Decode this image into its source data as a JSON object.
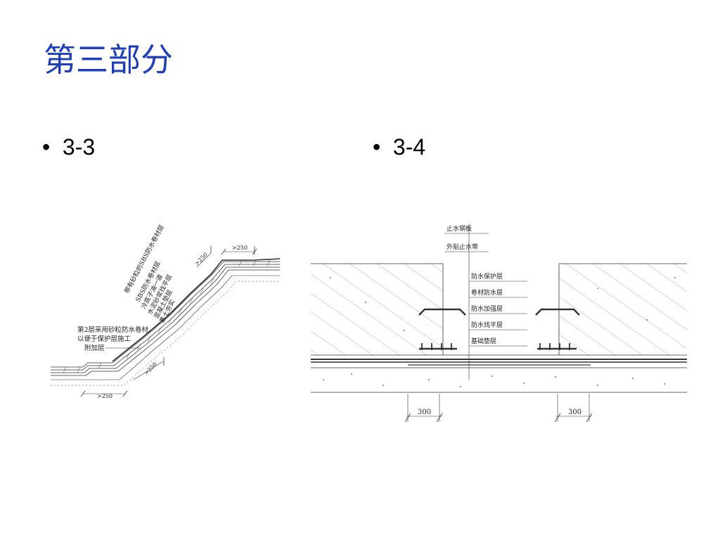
{
  "slide": {
    "title": "第三部分"
  },
  "bullets": [
    {
      "marker": "•",
      "label": "3-3"
    },
    {
      "marker": "•",
      "label": "3-4"
    }
  ],
  "drawing_3_3": {
    "slope_labels": [
      "带有砂粒的SBS防水卷材层",
      "SBS防水卷材层",
      "冷底子油一道",
      "水泥砂浆找平层",
      "混凝土垫层",
      "素土夯实"
    ],
    "note_line1": "第2层采用砂粒防水卷材",
    "note_line2": "以便于保护层施工",
    "note_line3": "附加层",
    "dims": [
      ">250",
      ">250",
      ">250",
      ">250"
    ]
  },
  "drawing_3_4": {
    "top_labels": [
      "止水钢板",
      "外贴止水带"
    ],
    "layer_labels": [
      "防水保护层",
      "卷材防水层",
      "防水加强层",
      "防水找平层",
      "基础垫层"
    ],
    "dims": [
      "300",
      "300"
    ]
  }
}
